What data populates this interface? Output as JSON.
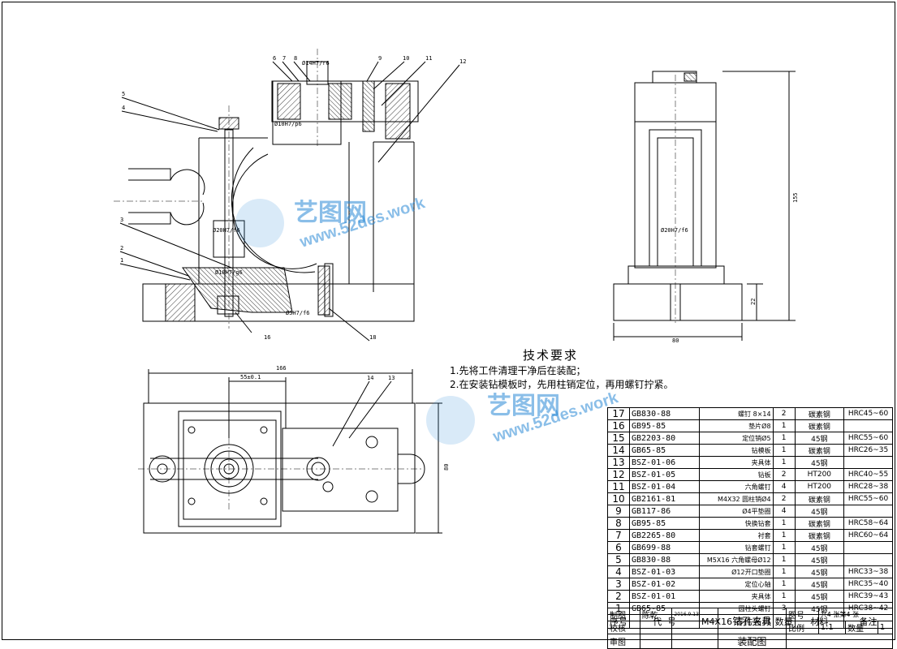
{
  "tech_requirements": {
    "title": "技术要求",
    "lines": [
      "1.先将工件清理干净后在装配；",
      "2.在安装钻模板时，先用柱销定位，再用螺钉拧紧。"
    ]
  },
  "watermark": {
    "brand": "艺图网",
    "url": "www.52des.work"
  },
  "dimensions": {
    "front_fit_top": "Ø14H7/r6",
    "front_fit_upper": "Ø10H7/p6",
    "front_fit_mid": "Ø20H7/f6",
    "front_fit_lower": "Ø18H7/g6",
    "front_fit_bottom": "Ø5H7/f6",
    "side_fit": "Ø20H7/f6",
    "side_height": "155",
    "side_lower_height": "22",
    "side_width": "80",
    "top_length": "166",
    "top_offset": "55±0.1",
    "top_height": "80"
  },
  "balloons": {
    "front": [
      "6",
      "7",
      "8",
      "9",
      "10",
      "11",
      "12",
      "5",
      "4",
      "3",
      "2",
      "1",
      "16",
      "18"
    ],
    "top": [
      "14",
      "13"
    ]
  },
  "bom_rows": [
    {
      "no": "17",
      "code": "GB830-88",
      "name": "螺钉 8×14",
      "qty": "2",
      "mat": "碳素钢",
      "note": "HRC45~60"
    },
    {
      "no": "16",
      "code": "GB95-85",
      "name": "垫片Ø8",
      "qty": "1",
      "mat": "碳素钢",
      "note": ""
    },
    {
      "no": "15",
      "code": "GB2203-80",
      "name": "定位销Ø5",
      "qty": "1",
      "mat": "45钢",
      "note": "HRC55~60"
    },
    {
      "no": "14",
      "code": "GB65-85",
      "name": "钻模板",
      "qty": "1",
      "mat": "碳素钢",
      "note": "HRC26~35"
    },
    {
      "no": "13",
      "code": "BSZ-01-06",
      "name": "夹具体",
      "qty": "1",
      "mat": "45钢",
      "note": ""
    },
    {
      "no": "12",
      "code": "BSZ-01-05",
      "name": "钻板",
      "qty": "2",
      "mat": "HT200",
      "note": "HRC40~55"
    },
    {
      "no": "11",
      "code": "BSZ-01-04",
      "name": "六角螺钉",
      "qty": "4",
      "mat": "HT200",
      "note": "HRC28~38"
    },
    {
      "no": "10",
      "code": "GB2161-81",
      "name": "M4X32 圆柱销Ø4",
      "qty": "2",
      "mat": "碳素钢",
      "note": "HRC55~60"
    },
    {
      "no": "9",
      "code": "GB117-86",
      "name": "Ø4平垫圈",
      "qty": "4",
      "mat": "45钢",
      "note": ""
    },
    {
      "no": "8",
      "code": "GB95-85",
      "name": "快换钻套",
      "qty": "1",
      "mat": "碳素钢",
      "note": "HRC58~64"
    },
    {
      "no": "7",
      "code": "GB2265-80",
      "name": "衬套",
      "qty": "1",
      "mat": "碳素钢",
      "note": "HRC60~64"
    },
    {
      "no": "6",
      "code": "GB699-88",
      "name": "钻套螺钉",
      "qty": "1",
      "mat": "45钢",
      "note": ""
    },
    {
      "no": "5",
      "code": "GB830-88",
      "name": "M5X16 六角螺母Ø12",
      "qty": "1",
      "mat": "45钢",
      "note": ""
    },
    {
      "no": "4",
      "code": "BSZ-01-03",
      "name": "Ø12开口垫圈",
      "qty": "1",
      "mat": "45钢",
      "note": "HRC33~38"
    },
    {
      "no": "3",
      "code": "BSZ-01-02",
      "name": "定位心轴",
      "qty": "1",
      "mat": "45钢",
      "note": "HRC35~40"
    },
    {
      "no": "2",
      "code": "BSZ-01-01",
      "name": "夹具体",
      "qty": "1",
      "mat": "45钢",
      "note": "HRC39~43"
    },
    {
      "no": "1",
      "code": "GB65-85",
      "name": "圆柱头螺钉",
      "qty": "3",
      "mat": "45钢",
      "note": "HRC38~42"
    }
  ],
  "bom_header": {
    "no": "序号",
    "code": "代 号",
    "name": "M4X16 零件名称",
    "qty": "数量",
    "mat": "材料",
    "note": "备注"
  },
  "title_block": {
    "draw_label": "制图",
    "draw_name": "陈乾",
    "date": "2016.9.13",
    "check_label": "校核",
    "approve_label": "审图",
    "part_name": "钻孔夹具",
    "drawing_type": "装配图",
    "fig_label": "图号",
    "sheet": "共4 张第4 张",
    "scale_label": "比例",
    "scale": "1:1",
    "qty_label": "数量",
    "qty": "1"
  }
}
